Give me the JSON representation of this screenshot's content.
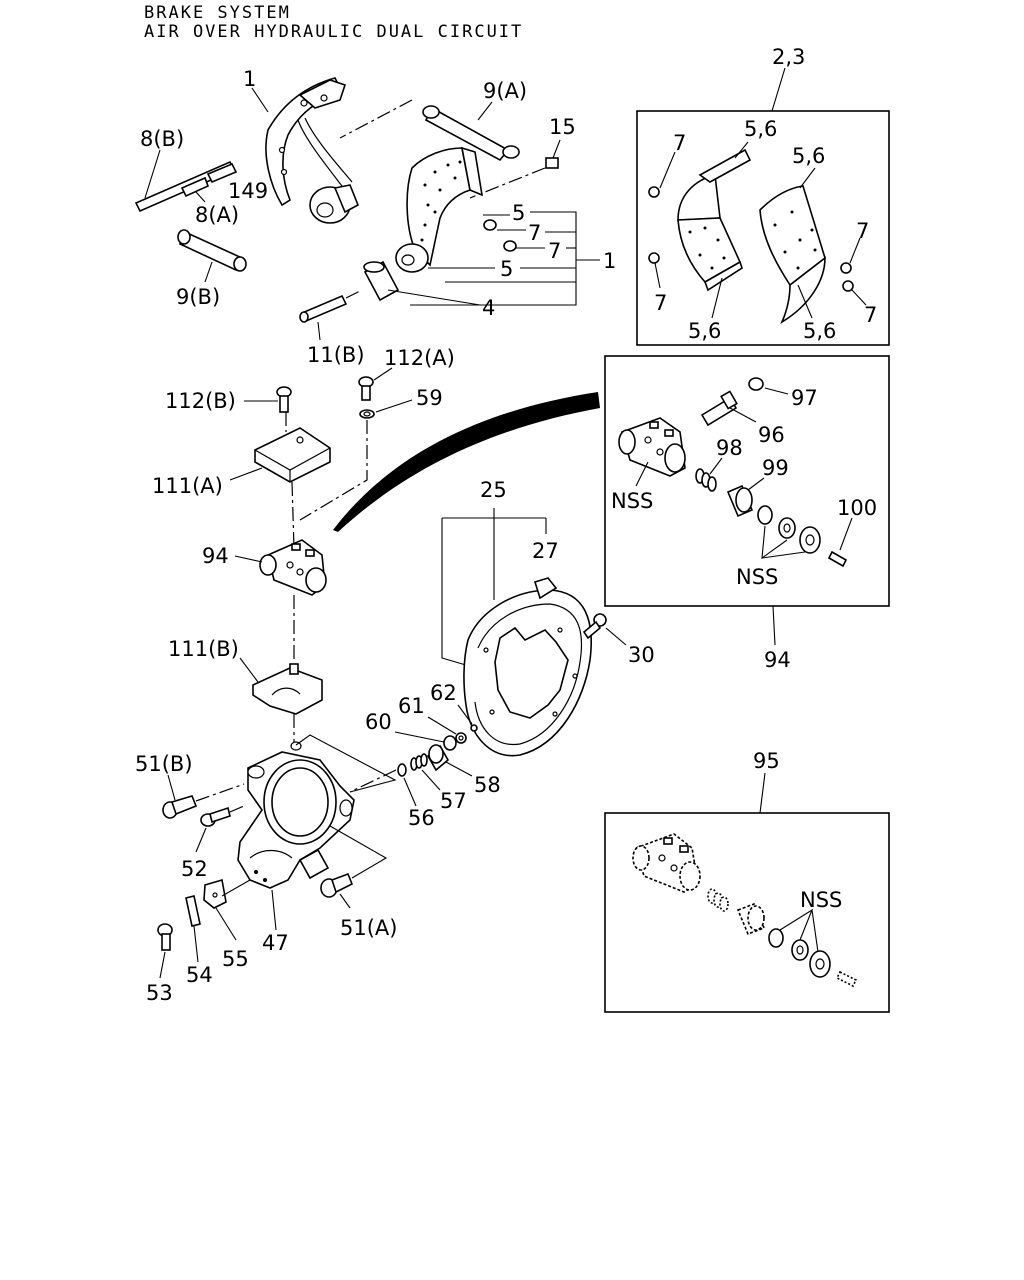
{
  "title": {
    "line1": "BRAKE SYSTEM",
    "line2": "AIR OVER HYDRAULIC DUAL CIRCUIT"
  },
  "labels": {
    "p1_top": "1",
    "p9a": "9(A)",
    "p8b": "8(B)",
    "p149": "149",
    "p8a": "8(A)",
    "p15": "15",
    "p9b": "9(B)",
    "p5_upper": "5",
    "p7_upper": "7",
    "p7_lower": "7",
    "p1_right": "1",
    "p5_lower": "5",
    "p4": "4",
    "p11b": "11(B)",
    "p112a": "112(A)",
    "p112b": "112(B)",
    "p59": "59",
    "p111a": "111(A)",
    "p94": "94",
    "p25": "25",
    "p27": "27",
    "p30": "30",
    "p111b": "111(B)",
    "p62": "62",
    "p61": "61",
    "p60": "60",
    "p58": "58",
    "p57": "57",
    "p56": "56",
    "p51b": "51(B)",
    "p52": "52",
    "p51a": "51(A)",
    "p47": "47",
    "p55": "55",
    "p54": "54",
    "p53": "53"
  },
  "box_shoe": {
    "p23": "2,3",
    "p56_a": "5,6",
    "p56_b": "5,6",
    "p56_c": "5,6",
    "p56_d": "5,6",
    "p7_a": "7",
    "p7_b": "7",
    "p7_c": "7",
    "p7_d": "7"
  },
  "box_cylinder": {
    "p97": "97",
    "p96": "96",
    "p98": "98",
    "p99": "99",
    "p100": "100",
    "nss_a": "NSS",
    "nss_b": "NSS",
    "p94_below": "94"
  },
  "box_alt": {
    "p95": "95",
    "nss": "NSS"
  }
}
